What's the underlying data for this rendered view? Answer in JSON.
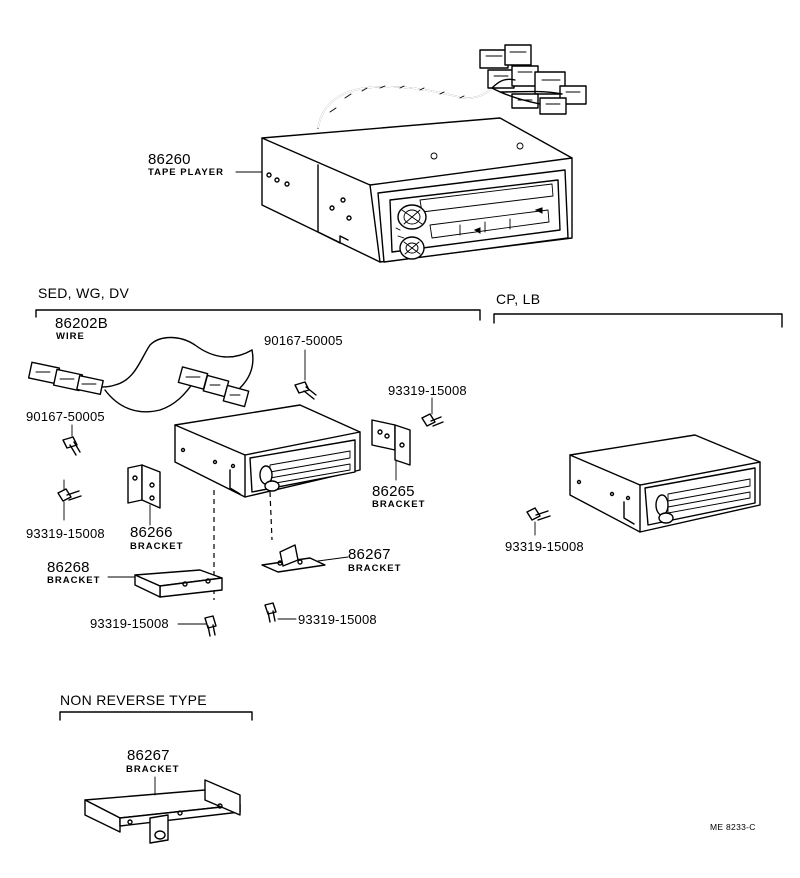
{
  "parts": {
    "tape_player": {
      "number": "86260",
      "name": "TAPE PLAYER"
    },
    "wire": {
      "number": "86202B",
      "name": "WIRE"
    },
    "screw_top": {
      "number": "90167-50005"
    },
    "screw_left": {
      "number": "90167-50005"
    },
    "bolt_right_upper": {
      "number": "93319-15008"
    },
    "bolt_left": {
      "number": "93319-15008"
    },
    "bracket_86265": {
      "number": "86265",
      "name": "BRACKET"
    },
    "bracket_86266": {
      "number": "86266",
      "name": "BRACKET"
    },
    "bracket_86268": {
      "number": "86268",
      "name": "BRACKET"
    },
    "bracket_86267": {
      "number": "86267",
      "name": "BRACKET"
    },
    "bolt_bottom_left": {
      "number": "93319-15008"
    },
    "bolt_bottom_right": {
      "number": "93319-15008"
    },
    "bolt_cp": {
      "number": "93319-15008"
    },
    "bracket_86267_nonrev": {
      "number": "86267",
      "name": "BRACKET"
    }
  },
  "sections": {
    "sed": "SED, WG, DV",
    "cp": "CP, LB",
    "non_reverse": "NON REVERSE TYPE"
  },
  "diagram_code": "ME 8233-C"
}
